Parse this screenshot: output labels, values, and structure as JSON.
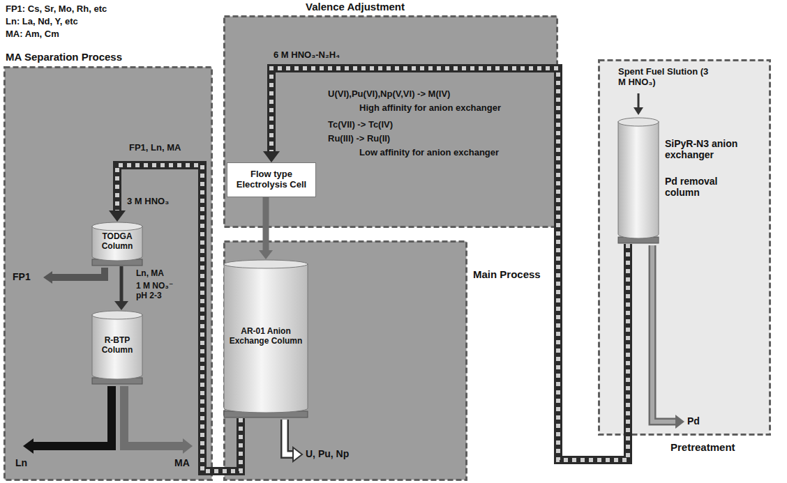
{
  "diagram": {
    "nodes": [
      {
        "text": [
          "Valence Adjustment"
        ]
      },
      {
        "text": [
          "Flow type Electrolysis Cell"
        ],
        "in": 0
      },
      {
        "text": [
          "Pretreatment"
        ]
      },
      {
        "text": [
          "SiPyR-N3 anion exchanger",
          "Pd removal column"
        ],
        "in": 2
      },
      {
        "text": [
          "Main Process"
        ]
      },
      {
        "text": [
          "AR-01 Anion Exchange Column"
        ],
        "in": 4
      },
      {
        "text": [
          "MA Separation Process"
        ]
      },
      {
        "text": [
          "TODGA Column"
        ],
        "in": 6
      },
      {
        "text": [
          "R-BTP Column"
        ],
        "in": 6
      }
    ],
    "edges": [
      {
        "from": 3,
        "to": 1,
        "arrow": "to"
      },
      {
        "from": 1,
        "to": 5,
        "arrow": "to"
      },
      {
        "from": 5,
        "to": 7,
        "arrow": "to"
      },
      {
        "from": 7,
        "to": 8,
        "arrow": "to"
      }
    ],
    "labels": [
      "FP1: Cs, Sr, Mo, Rh, etc",
      "Ln: La, Nd, Y, etc",
      "MA: Am, Cm",
      "6 M HNO₃-N₂H₄",
      "U(VI),Pu(VI),Np(V,VI) -> M(IV)",
      "High affinity for anion exchanger",
      "Tc(VII) -> Tc(IV)",
      "Ru(III) -> Ru(II)",
      "Low affinity for anion exchanger",
      "Spent Fuel Slution (3 M HNO₃)",
      "Pd",
      "U, Pu, Np",
      "FP1, Ln, MA",
      "3 M HNO₃",
      "FP1",
      "Ln, MA",
      "1 M NO₃⁻ pH 2-3",
      "Ln",
      "MA"
    ]
  }
}
